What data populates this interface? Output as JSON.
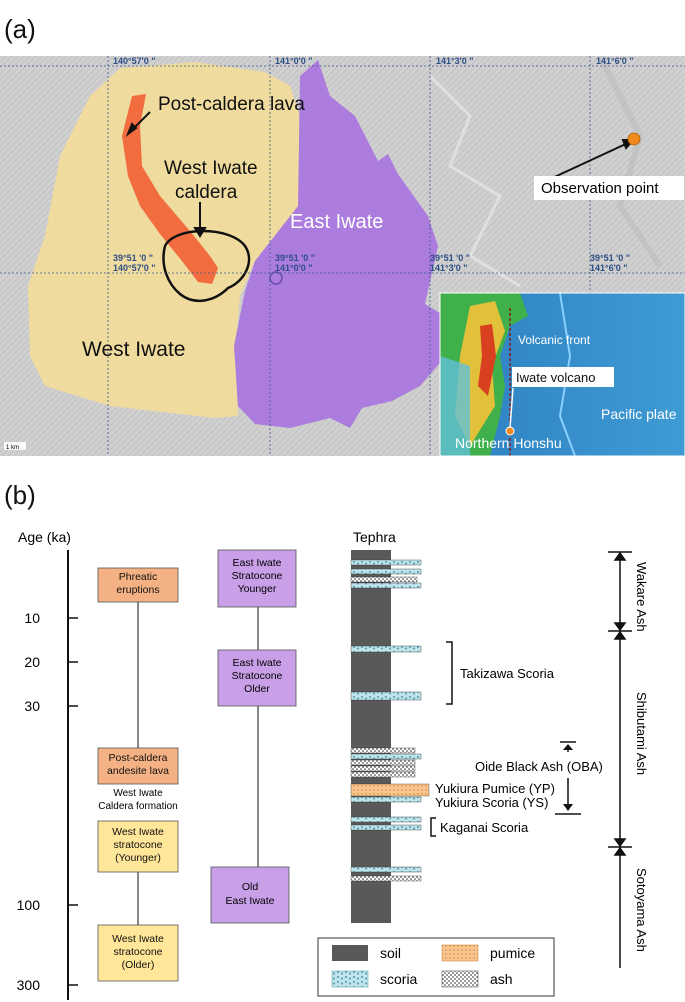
{
  "panel_a": {
    "label": "(a)",
    "grid_top_labels": [
      "140°57'0 \"",
      "141°0'0 \"",
      "141°3'0 \"",
      "141°6'0 \""
    ],
    "grid_mid_labels": [
      {
        "lat": "39°51 '0 \"",
        "lon": "140°57'0 \""
      },
      {
        "lat": "39°51 '0 \"",
        "lon": "141°0'0 \""
      },
      {
        "lat": "39°51 '0 \"",
        "lon": "141°3'0 \""
      },
      {
        "lat": "39°51 '0 \"",
        "lon": "141°6'0 \""
      }
    ],
    "labels": {
      "post_caldera_lava": "Post-caldera lava",
      "west_iwate_caldera_1": "West Iwate",
      "west_iwate_caldera_2": "caldera",
      "east_iwate": "East Iwate",
      "west_iwate": "West Iwate",
      "observation_point": "Observation point",
      "scale_bar": "1 km"
    },
    "inset": {
      "volcanic_front": "Volcanic front",
      "iwate_volcano": "Iwate volcano",
      "pacific_plate": "Pacific plate",
      "northern_honshu": "Northern Honshu"
    },
    "colors": {
      "west_iwate": "#f2dc9a",
      "east_iwate": "#a874e0",
      "post_caldera_lava": "#f0663a",
      "observation_point": "#f08a1e",
      "grid": "#3a5a8a"
    }
  },
  "panel_b": {
    "label": "(b)",
    "age_axis_title": "Age (ka)",
    "age_ticks": [
      "10",
      "20",
      "30",
      "100",
      "300"
    ],
    "column1_boxes": [
      "Phreatic eruptions",
      "Post-caldera andesite lava",
      "West Iwate stratocone (Younger)",
      "West Iwate stratocone (Older)"
    ],
    "caldera_formation": [
      "West Iwate",
      "Caldera formation"
    ],
    "column2_boxes": [
      [
        "East Iwate",
        "Stratocone",
        "Younger"
      ],
      [
        "East Iwate",
        "Stratocone",
        "Older"
      ],
      [
        "Old",
        "East Iwate"
      ]
    ],
    "tephra_title": "Tephra",
    "tephra_labels": {
      "takizawa": "Takizawa Scoria",
      "oba": "Oide Black Ash (OBA)",
      "yp": "Yukiura Pumice (YP)",
      "ys": "Yukiura Scoria (YS)",
      "kaganai": "Kaganai Scoria"
    },
    "ash_units": [
      "Wakare Ash",
      "Shibutami Ash",
      "Sotoyama Ash"
    ],
    "legend": {
      "soil": "soil",
      "pumice": "pumice",
      "scoria": "scoria",
      "ash": "ash"
    },
    "colors": {
      "orange_box": "#f4b183",
      "purple_box": "#c9a0e8",
      "yellow_box": "#ffe699",
      "soil": "#595959",
      "pumice": "#f7c58f",
      "scoria": "#bfe3ea"
    }
  }
}
